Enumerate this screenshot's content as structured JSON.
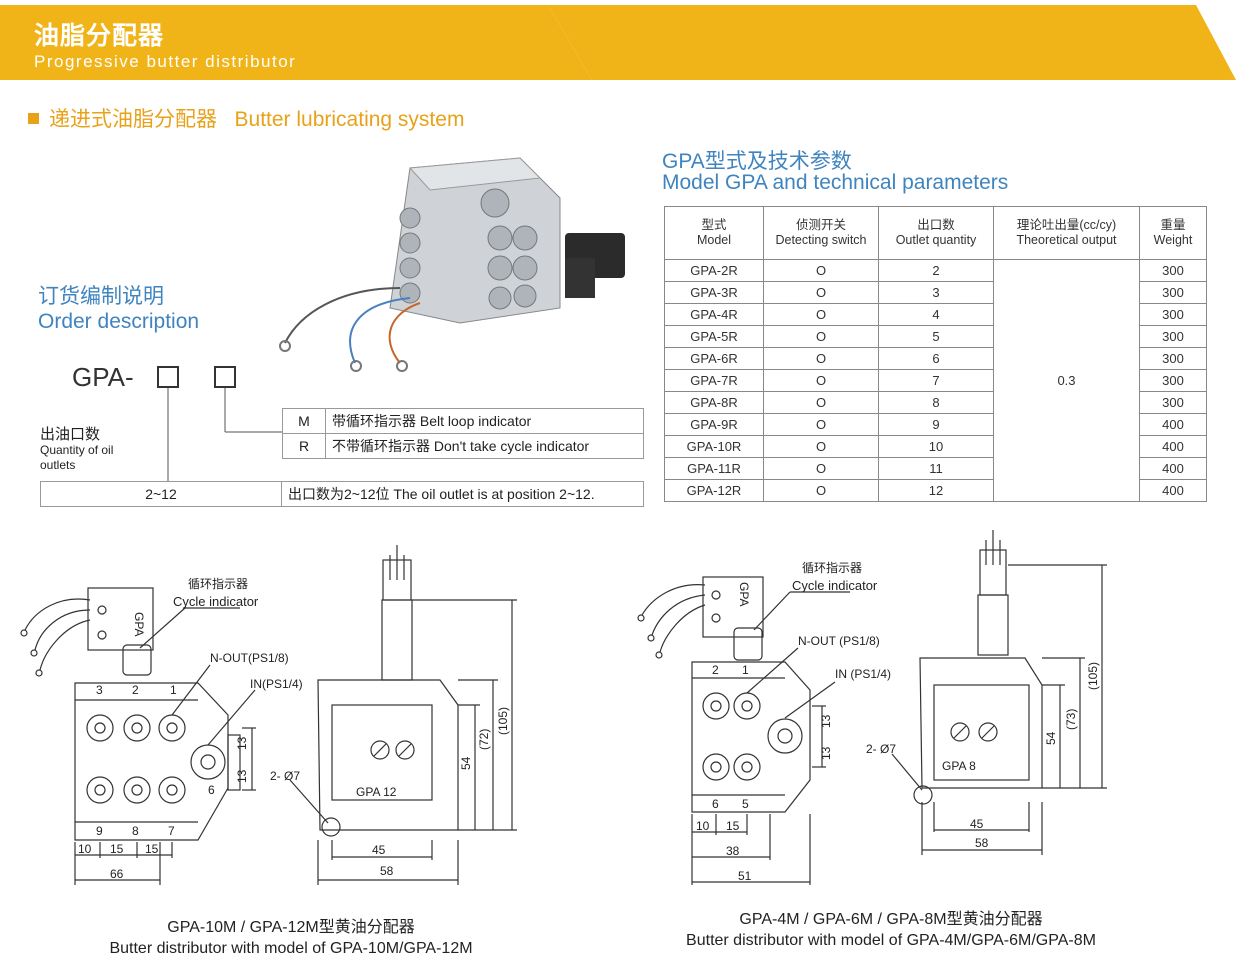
{
  "banner": {
    "title": "油脂分配器",
    "subtitle": "Progressive butter distributor"
  },
  "section": {
    "title": "递进式油脂分配器",
    "title_en": "Butter lubricating system"
  },
  "order": {
    "title_cn": "订货编制说明",
    "title_en": "Order description",
    "code_prefix": "GPA-",
    "qty_label_cn": "出油口数",
    "qty_label_en": "Quantity of oil outlets",
    "options": [
      {
        "code": "M",
        "desc": "带循环指示器 Belt loop indicator"
      },
      {
        "code": "R",
        "desc": "不带循环指示器 Don't take cycle indicator"
      }
    ],
    "range": {
      "value": "2~12",
      "desc": "出口数为2~12位 The oil outlet is at position 2~12."
    }
  },
  "spec": {
    "title_cn": "GPA型式及技术参数",
    "title_en": "Model GPA and technical parameters",
    "headers": [
      {
        "cn": "型式",
        "en": "Model"
      },
      {
        "cn": "侦测开关",
        "en": "Detecting switch"
      },
      {
        "cn": "出口数",
        "en": "Outlet quantity"
      },
      {
        "cn": "理论吐出量(cc/cy)",
        "en": "Theoretical output"
      },
      {
        "cn": "重量",
        "en": "Weight"
      }
    ],
    "theoretical_output": "0.3",
    "rows": [
      {
        "model": "GPA-2R",
        "switch": "O",
        "outlets": "2",
        "weight": "300"
      },
      {
        "model": "GPA-3R",
        "switch": "O",
        "outlets": "3",
        "weight": "300"
      },
      {
        "model": "GPA-4R",
        "switch": "O",
        "outlets": "4",
        "weight": "300"
      },
      {
        "model": "GPA-5R",
        "switch": "O",
        "outlets": "5",
        "weight": "300"
      },
      {
        "model": "GPA-6R",
        "switch": "O",
        "outlets": "6",
        "weight": "300"
      },
      {
        "model": "GPA-7R",
        "switch": "O",
        "outlets": "7",
        "weight": "300"
      },
      {
        "model": "GPA-8R",
        "switch": "O",
        "outlets": "8",
        "weight": "300"
      },
      {
        "model": "GPA-9R",
        "switch": "O",
        "outlets": "9",
        "weight": "400"
      },
      {
        "model": "GPA-10R",
        "switch": "O",
        "outlets": "10",
        "weight": "400"
      },
      {
        "model": "GPA-11R",
        "switch": "O",
        "outlets": "11",
        "weight": "400"
      },
      {
        "model": "GPA-12R",
        "switch": "O",
        "outlets": "12",
        "weight": "400"
      }
    ]
  },
  "diagram_left": {
    "cycle_cn": "循环指示器",
    "cycle_en": "Cycle indicator",
    "nout": "N-OUT(PS1/8)",
    "in": "IN(PS1/4)",
    "hole": "2- Ø7",
    "body_label": "GPA",
    "plate_label": "GPA  12",
    "ports": [
      "1",
      "2",
      "3",
      "6",
      "7",
      "8",
      "9"
    ],
    "dims": [
      "10",
      "15",
      "15",
      "66",
      "13",
      "13",
      "45",
      "58",
      "54",
      "(72)",
      "(105)"
    ],
    "caption_cn": "GPA-10M / GPA-12M型黄油分配器",
    "caption_en": "Butter distributor with model of GPA-10M/GPA-12M"
  },
  "diagram_right": {
    "cycle_cn": "循环指示器",
    "cycle_en": "Cycle indicator",
    "nout": "N-OUT (PS1/8)",
    "in": "IN (PS1/4)",
    "hole": "2- Ø7",
    "body_label": "GPA",
    "plate_label": "GPA    8",
    "ports": [
      "1",
      "2",
      "5",
      "6"
    ],
    "dims": [
      "10",
      "15",
      "38",
      "51",
      "13",
      "13",
      "45",
      "58",
      "54",
      "(73)",
      "(105)"
    ],
    "caption_cn": "GPA-4M / GPA-6M / GPA-8M型黄油分配器",
    "caption_en": "Butter distributor with model of GPA-4M/GPA-6M/GPA-8M"
  },
  "colors": {
    "banner": "#f1b418",
    "accent": "#e8a21a",
    "blue_text": "#3f84bf"
  }
}
